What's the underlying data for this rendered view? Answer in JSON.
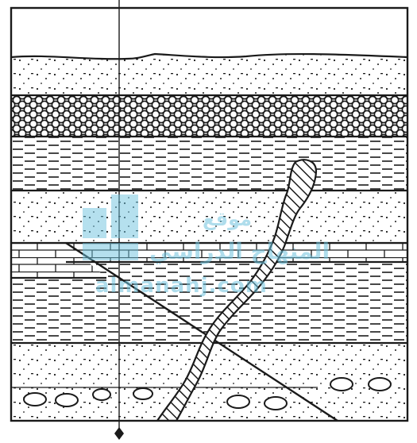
{
  "figure": {
    "kind": "geological cross-section",
    "layers_top_to_bottom": [
      "blank (air)",
      "sandstone (fine dots)",
      "conglomerate / gravel (circles)",
      "shale (dashes)",
      "sandstone (dots)",
      "limestone (bricks)",
      "shale (dashes)",
      "sandstone (dots)",
      "sandstone with pebbles (ovals)"
    ],
    "features": [
      "fault (oblique line)",
      "igneous dike (diagonal hatching)",
      "vertical reference line with arrowhead"
    ],
    "colors": {
      "ink": "#1a1a1a",
      "paper": "#ffffff",
      "watermark": "#6ec3de"
    }
  },
  "watermark": {
    "line1": "موقع",
    "line2": "المنهاج الدراسي",
    "line3": "almanahj.com"
  }
}
